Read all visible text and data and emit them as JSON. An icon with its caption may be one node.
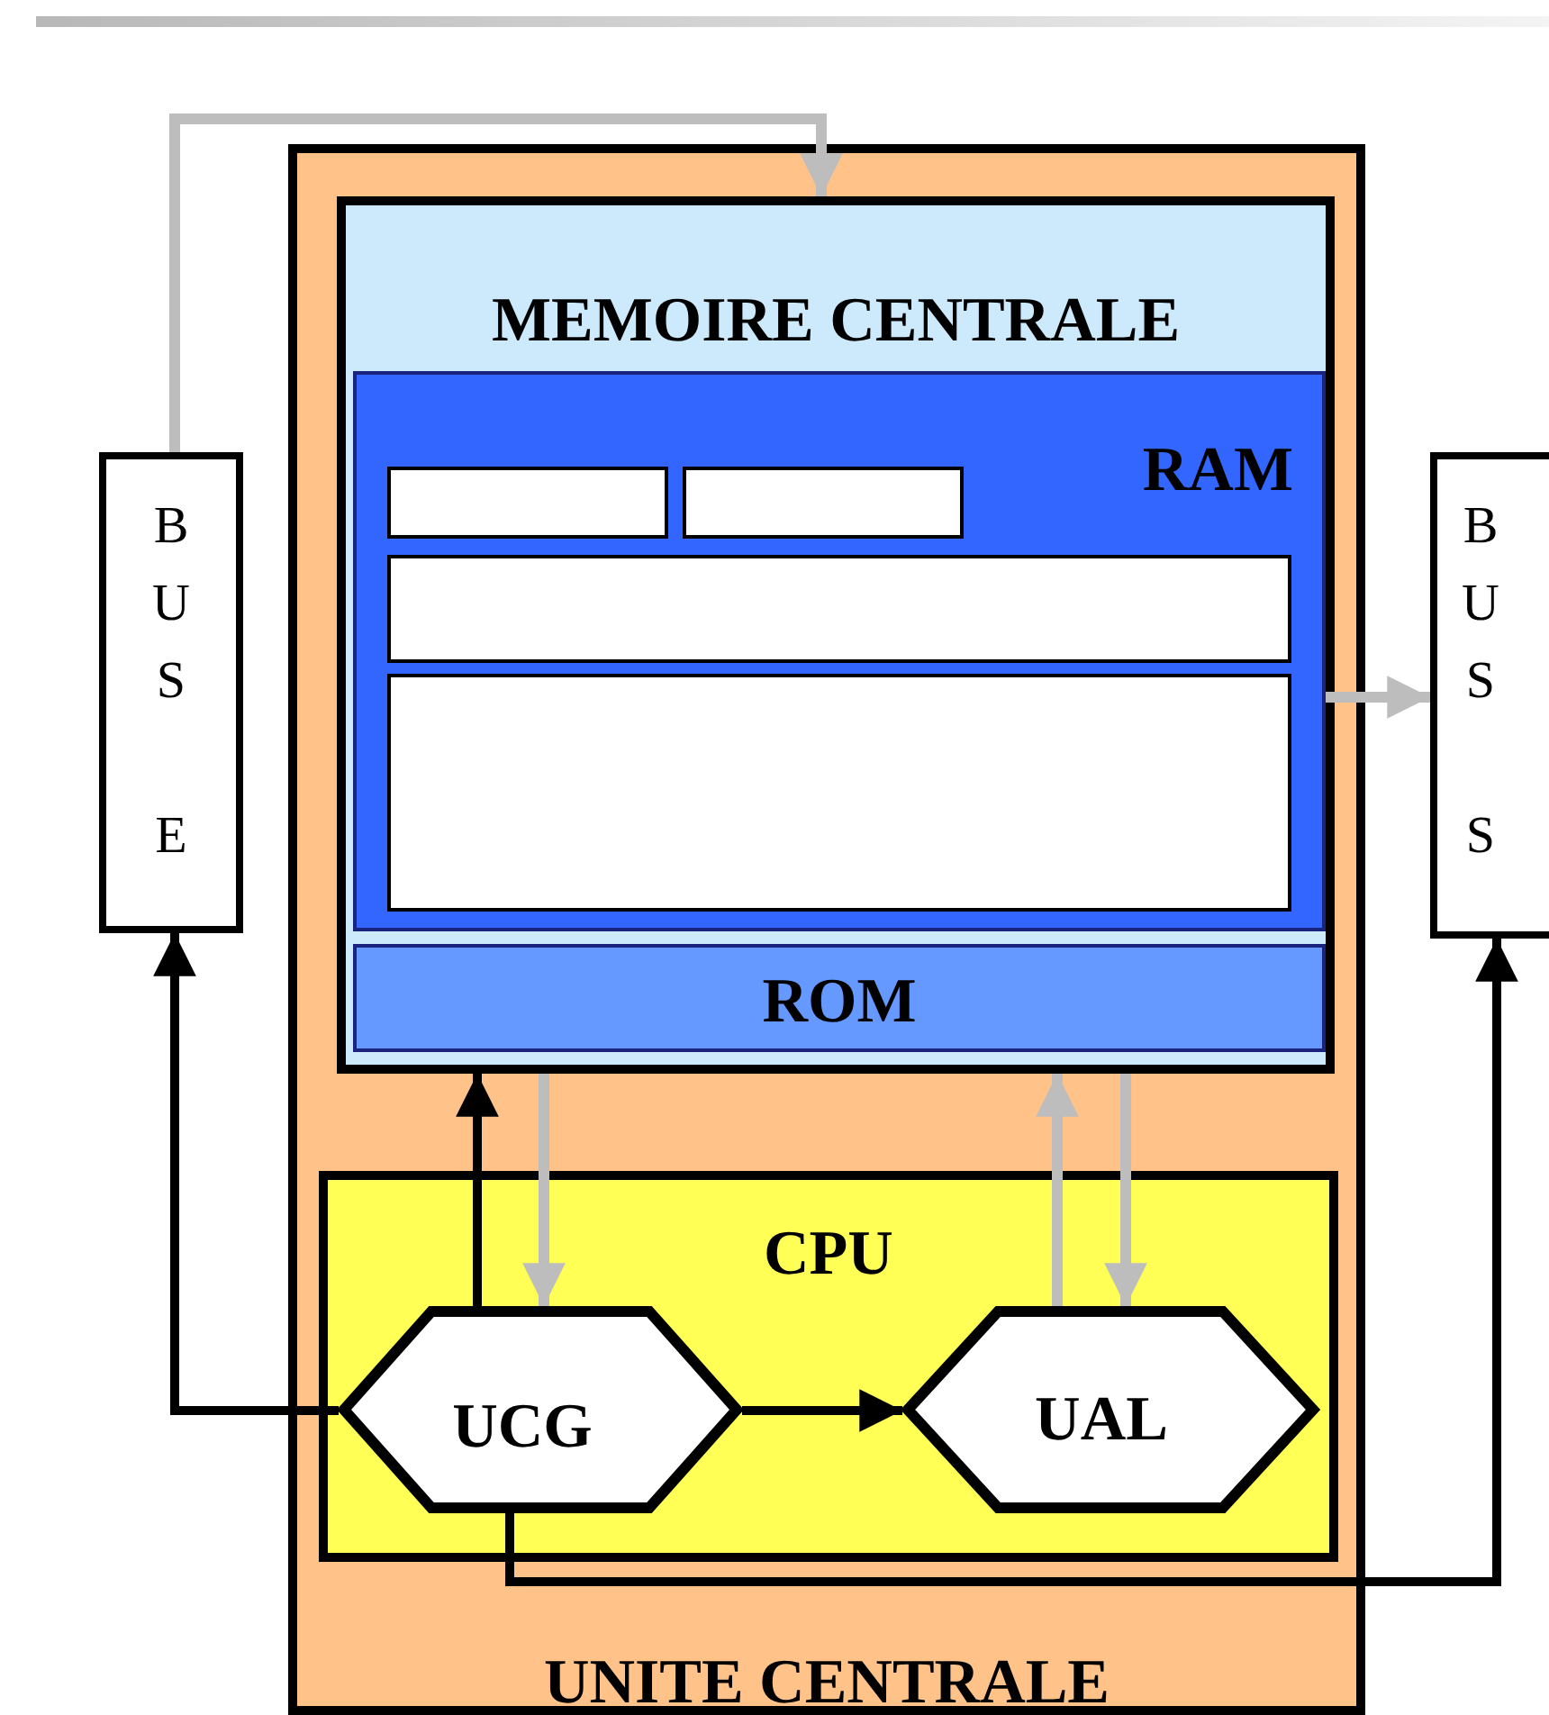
{
  "diagram": {
    "nodes": [
      {
        "text": [
          "UNITE CENTRALE"
        ]
      },
      {
        "text": [
          "MEMOIRE CENTRALE"
        ],
        "in": 0
      },
      {
        "text": [
          "RAM"
        ],
        "in": 1
      },
      {
        "text": [],
        "shape": "box",
        "in": 2
      },
      {
        "text": [],
        "shape": "box",
        "in": 2
      },
      {
        "text": [],
        "shape": "box",
        "in": 2
      },
      {
        "text": [],
        "shape": "box",
        "in": 2
      },
      {
        "text": [
          "ROM"
        ],
        "in": 1
      },
      {
        "text": [
          "CPU"
        ],
        "in": 0
      },
      {
        "text": [
          "UCG"
        ],
        "in": 8
      },
      {
        "text": [
          "UAL"
        ],
        "in": 8
      },
      {
        "text": [
          "BUS E"
        ]
      },
      {
        "text": [
          "BUS S"
        ]
      }
    ],
    "edges": [
      {
        "from": 11,
        "to": 1,
        "arrow": "to"
      },
      {
        "from": 2,
        "to": 12,
        "arrow": "to"
      },
      {
        "from": 9,
        "to": 11,
        "arrow": "to",
        "color": "#000000"
      },
      {
        "from": 9,
        "to": 1,
        "arrow": "to",
        "color": "#000000"
      },
      {
        "from": 1,
        "to": 9,
        "arrow": "to"
      },
      {
        "from": 10,
        "to": 1,
        "arrow": "to"
      },
      {
        "from": 1,
        "to": 10,
        "arrow": "to"
      },
      {
        "from": 9,
        "to": 10,
        "arrow": "to",
        "color": "#000000"
      },
      {
        "from": 9,
        "to": 12,
        "arrow": "to",
        "color": "#000000"
      }
    ]
  }
}
